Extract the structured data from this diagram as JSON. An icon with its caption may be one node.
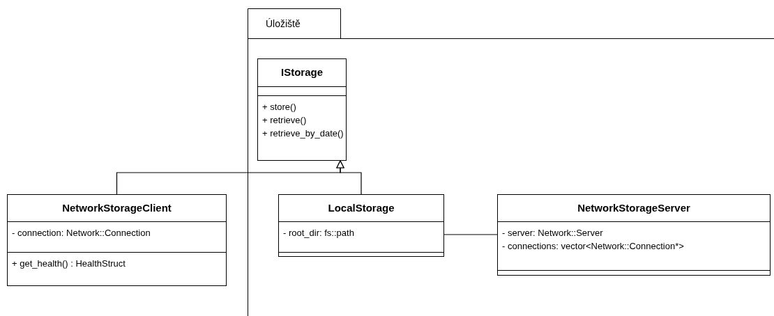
{
  "diagram": {
    "nodes": [
      {
        "text": [
          "Úložiště"
        ]
      },
      {
        "text": [
          "IStorage",
          "+ store()",
          "+ retrieve()",
          "+ retrieve_by_date()"
        ],
        "in": 0
      },
      {
        "text": [
          "NetworkStorageClient",
          "- connection: Network::Connection",
          "+ get_health() : HealthStruct"
        ]
      },
      {
        "text": [
          "LocalStorage",
          "- root_dir: fs::path"
        ],
        "in": 0
      },
      {
        "text": [
          "NetworkStorageServer",
          "- server: Network::Server",
          "- connections: vector<Network::Connection*>"
        ],
        "in": 0
      }
    ],
    "edges": [
      {
        "from": 2,
        "to": 1,
        "arrow": "to"
      },
      {
        "from": 3,
        "to": 1,
        "arrow": "to"
      },
      {
        "from": 3,
        "to": 4,
        "arrow": "none"
      }
    ]
  }
}
